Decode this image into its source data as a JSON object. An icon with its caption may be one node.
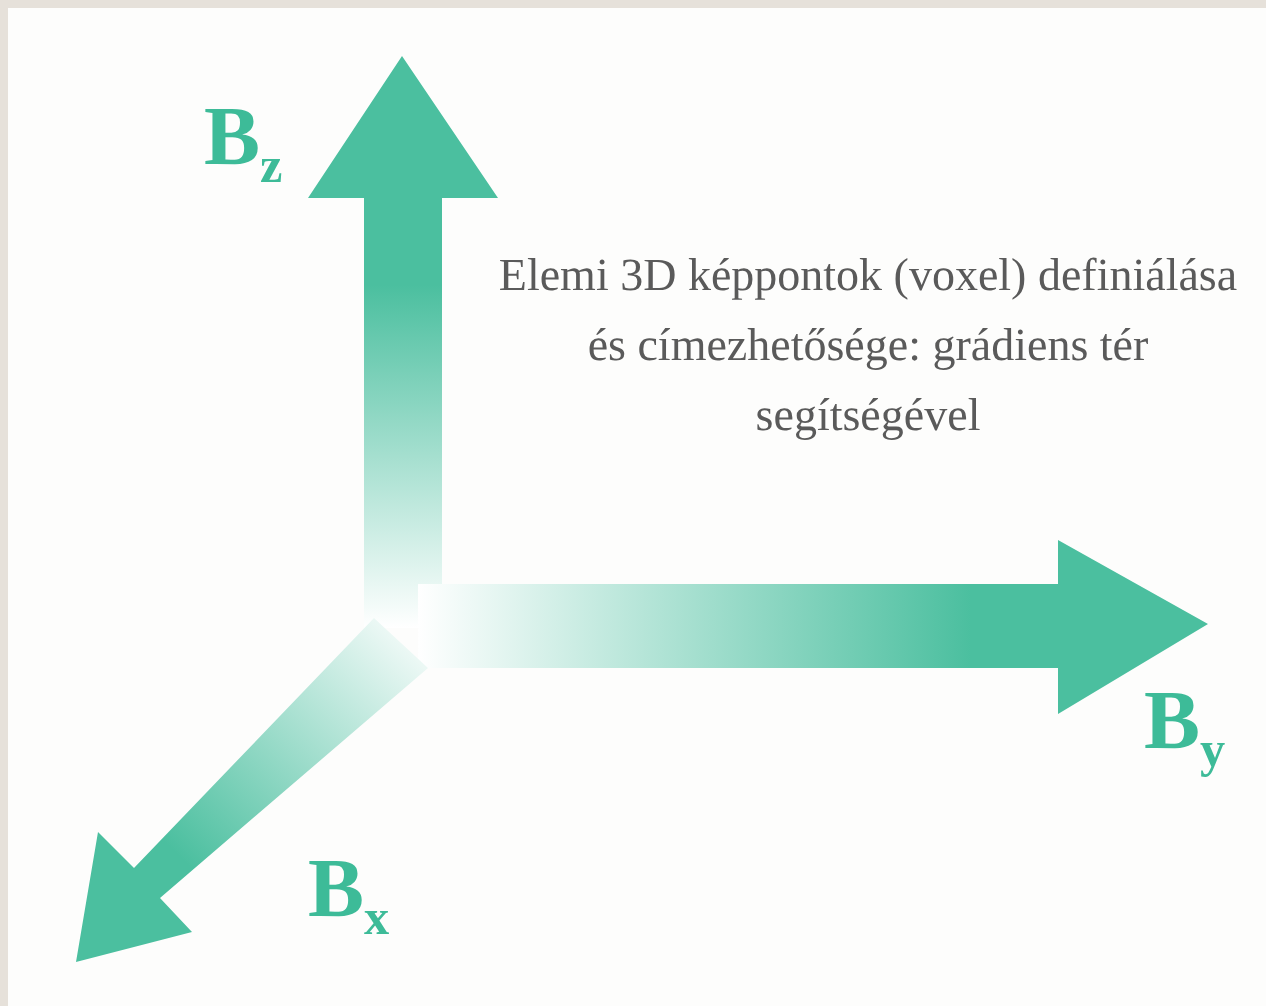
{
  "diagram": {
    "labels": [
      "B$_{z}$",
      "Elemi 3D képpontok (voxel) definiálása és címezhetősége: grádiens tér segítségével",
      "B$_{y}$",
      "B$_{x}$"
    ]
  }
}
